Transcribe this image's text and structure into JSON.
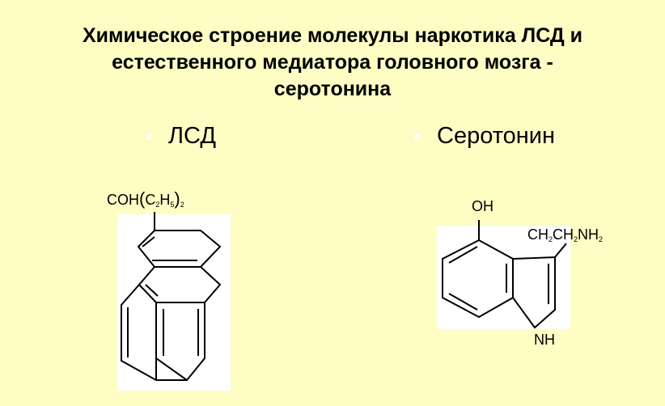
{
  "slide": {
    "title_lines": [
      "Химическое строение молекулы наркотика ЛСД и",
      "естественного медиатора головного мозга -",
      "серотонина"
    ],
    "bullets": [
      {
        "text": "ЛСД"
      },
      {
        "text": "Серотонин"
      }
    ]
  },
  "lsd": {
    "substituent": {
      "main": "COH",
      "open": "(",
      "c": "C",
      "c_sub": "2",
      "h": "H",
      "h_sub": "5",
      "close": ")",
      "n_sub": "2"
    }
  },
  "serotonin": {
    "oh": "OH",
    "side_chain": {
      "ch1": "CH",
      "s1": "2",
      "ch2": "CH",
      "s2": "2",
      "nh": "NH",
      "s3": "2"
    },
    "nh": "NH"
  },
  "colors": {
    "background": "#fefdc4",
    "panel": "#ffffff",
    "ink": "#000000"
  }
}
